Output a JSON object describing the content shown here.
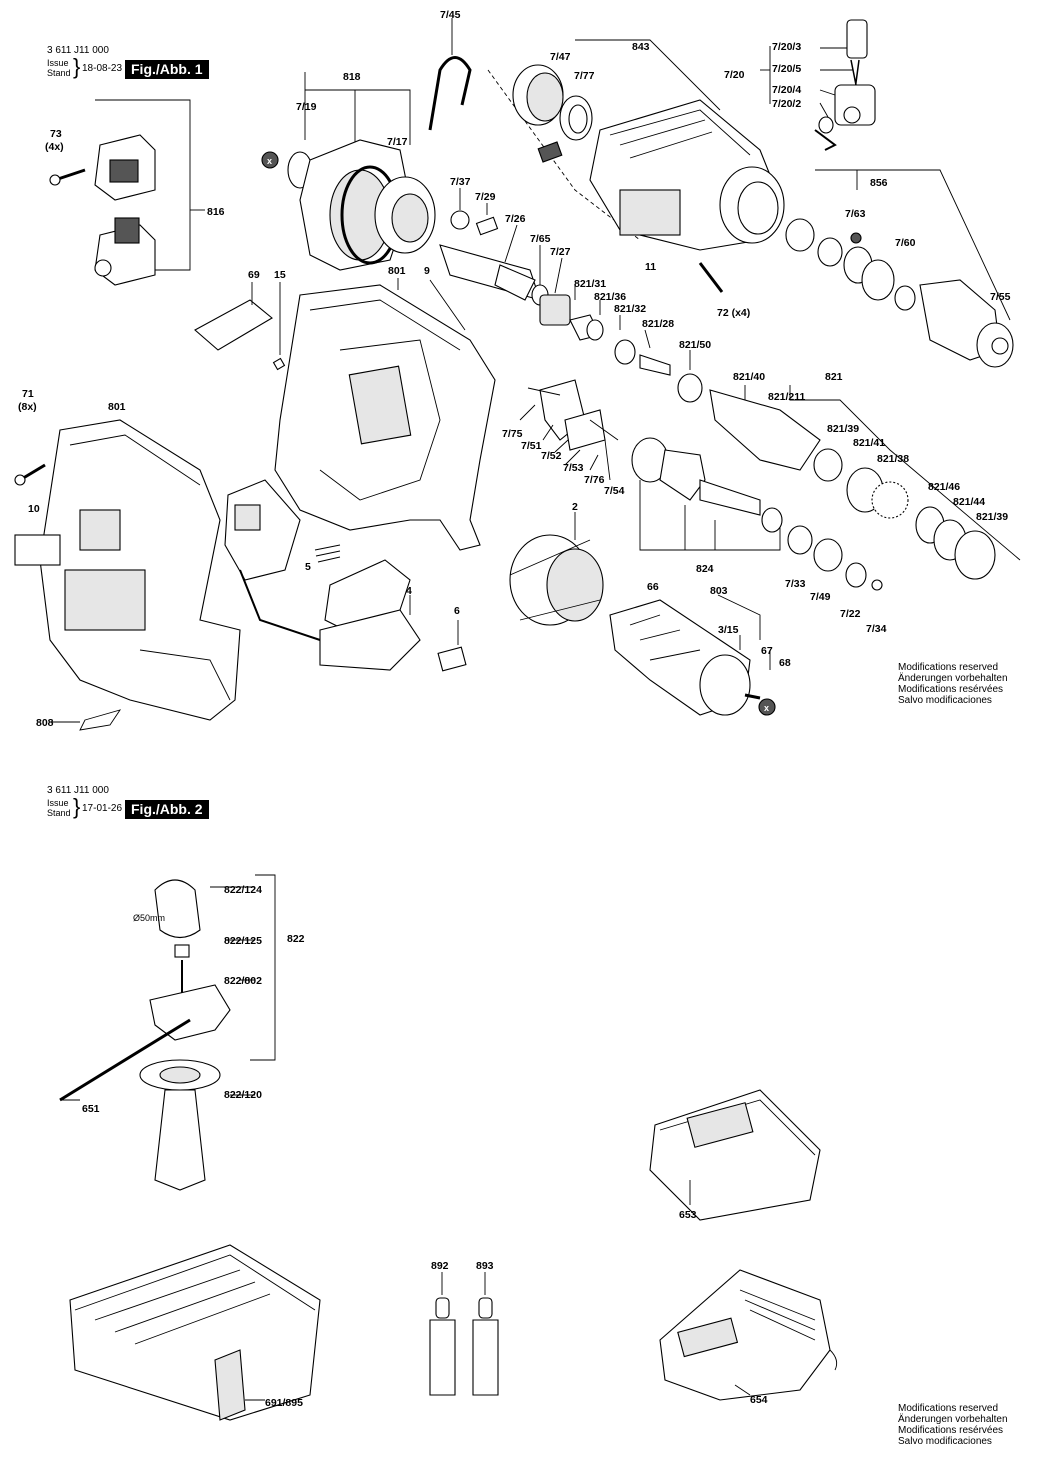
{
  "figure1": {
    "doc_number": "3 611 J11 000",
    "issue_label": "Issue",
    "stand_label": "Stand",
    "date": "18-08-23",
    "fig_label": "Fig./Abb. 1"
  },
  "figure2": {
    "doc_number": "3 611 J11 000",
    "issue_label": "Issue",
    "stand_label": "Stand",
    "date": "17-01-26",
    "fig_label": "Fig./Abb. 2"
  },
  "modifications": [
    "Modifications reserved",
    "Änderungen vorbehalten",
    "Modifications resérvées",
    "Salvo modificaciones"
  ],
  "diameter_label": "Ø50mm",
  "callouts": {
    "c745": "7/45",
    "c843": "843",
    "c747": "7/47",
    "c777": "7/77",
    "c7203": "7/20/3",
    "c7205": "7/20/5",
    "c720": "7/20",
    "c7204": "7/20/4",
    "c7202": "7/20/2",
    "c818": "818",
    "c719": "7/19",
    "c717": "7/17",
    "c73": "73",
    "c73n": "(4x)",
    "c816": "816",
    "c737": "7/37",
    "c729": "7/29",
    "c726": "7/26",
    "c765": "7/65",
    "c727": "7/27",
    "c856": "856",
    "c763": "7/63",
    "c760": "7/60",
    "c755": "7/55",
    "c11": "11",
    "c72": "72 (x4)",
    "c69": "69",
    "c15": "15",
    "c801a": "801",
    "c9": "9",
    "c82131": "821/31",
    "c82136": "821/36",
    "c82132": "821/32",
    "c82128": "821/28",
    "c82150": "821/50",
    "c82140": "821/40",
    "c821": "821",
    "c821211": "821/211",
    "c82139a": "821/39",
    "c82141": "821/41",
    "c82138": "821/38",
    "c82146": "821/46",
    "c82144": "821/44",
    "c82139b": "821/39",
    "c71": "71",
    "c71n": "(8x)",
    "c801b": "801",
    "c10": "10",
    "c775": "7/75",
    "c751": "7/51",
    "c752": "7/52",
    "c753": "7/53",
    "c776": "7/76",
    "c754": "7/54",
    "c2": "2",
    "c5": "5",
    "c4": "4",
    "c6": "6",
    "c824": "824",
    "c733": "7/33",
    "c749": "7/49",
    "c722": "7/22",
    "c734": "7/34",
    "c66": "66",
    "c803": "803",
    "c315": "3/15",
    "c67": "67",
    "c68": "68",
    "c808": "808",
    "c822124": "822/124",
    "c822125": "822/125",
    "c822": "822",
    "c822802": "822/802",
    "c651": "651",
    "c822120": "822/120",
    "c653": "653",
    "c892": "892",
    "c893": "893",
    "c691": "691/895",
    "c654": "654"
  },
  "markers": {
    "x": "x"
  }
}
